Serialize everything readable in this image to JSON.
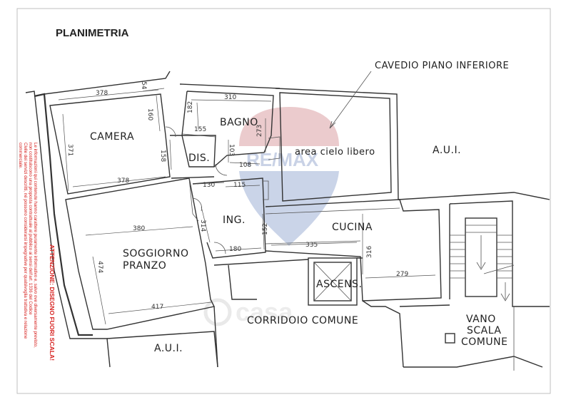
{
  "title": "PLANIMETRIA",
  "warning": "ATTENZIONE: DISEGNO FUORI SCALA!",
  "disclaimer": [
    "Le informazioni qui contenute hanno carattere puramente informativo e, salvo ove diversamente previsto,",
    "non costituiscono una proposta contrattuale al pubblico ai sensi dell'art. 1336 del Codice",
    "Civile dei servizi descritti, né possono considerarsi impegnative per qualsivoglia trattativa e relazione",
    "commerciale."
  ],
  "rooms": {
    "camera": "CAMERA",
    "bagno": "BAGNO",
    "dis": "DIS.",
    "ing": "ING.",
    "soggiorno": "SOGGIORNO",
    "pranzo": "PRANZO",
    "cucina": "CUCINA",
    "ascens": "ASCENS.",
    "corridoio": "CORRIDOIO COMUNE",
    "aui_right": "A.U.I.",
    "aui_bottom": "A.U.I.",
    "vano": "VANO",
    "scala": "SCALA",
    "comune": "COMUNE",
    "cavedio": "CAVEDIO PIANO INFERIORE",
    "area_cielo": "area cielo libero"
  },
  "dimensions": {
    "d378_top": "378",
    "d54": "54",
    "d310": "310",
    "d182": "182",
    "d160": "160",
    "d155": "155",
    "d371": "371",
    "d158": "158",
    "d103": "103",
    "d108": "108",
    "d273": "273",
    "d378_bottom": "378",
    "d130": "130",
    "d115": "115",
    "d380": "380",
    "d314": "314",
    "d152": "152",
    "d335": "335",
    "d474": "474",
    "d180": "180",
    "d316": "316",
    "d279": "279",
    "d417": "417"
  },
  "watermarks": {
    "remax": "RE/MAX",
    "casa": "casa"
  },
  "colors": {
    "ink": "#333333",
    "warning": "#d6201e",
    "balloon_red": "#e4b5b9",
    "balloon_blue": "#b6c3df"
  }
}
